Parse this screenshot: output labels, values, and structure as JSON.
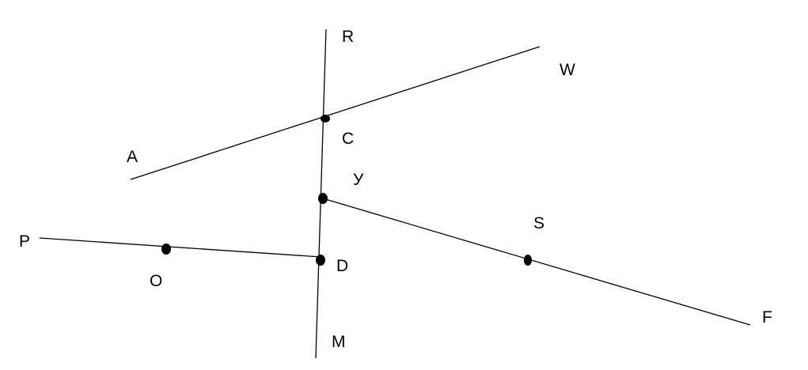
{
  "labels": {
    "R": "R",
    "W": "W",
    "A": "A",
    "C": "C",
    "Y": "У",
    "S": "S",
    "P": "P",
    "D": "D",
    "O": "O",
    "F": "F",
    "M": "M"
  },
  "colors": {
    "ink": "#000000",
    "background": "#ffffff"
  }
}
